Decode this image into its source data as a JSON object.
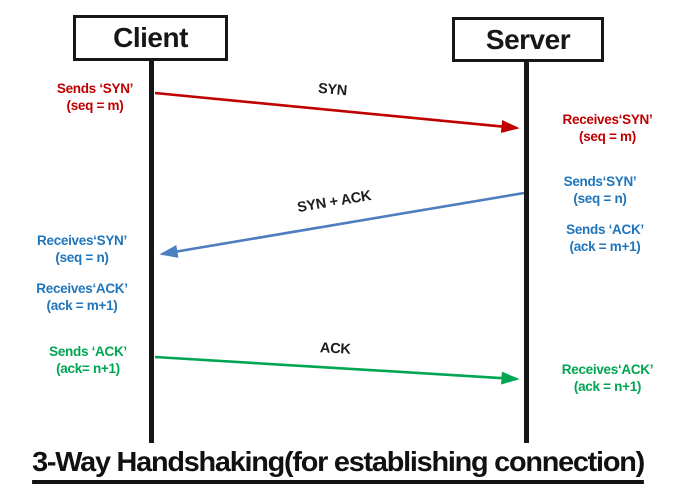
{
  "diagram": {
    "title": "3-Way Handshaking(for establishing connection)",
    "actors": {
      "client": "Client",
      "server": "Server"
    },
    "colors": {
      "syn_red": "#c00000",
      "synack_blue_text": "#1f75bb",
      "synack_blue_arrow": "#4d7ebf",
      "ack_green": "#00a551",
      "line_black": "#171717"
    },
    "messages": [
      {
        "id": "syn",
        "label": "SYN",
        "from": "client",
        "to": "server",
        "color": "#c00000"
      },
      {
        "id": "syn-ack",
        "label": "SYN + ACK",
        "from": "server",
        "to": "client",
        "color": "#4d7ebf"
      },
      {
        "id": "ack",
        "label": "ACK",
        "from": "client",
        "to": "server",
        "color": "#00a551"
      }
    ],
    "annotations": [
      {
        "id": "client-sends-syn",
        "side": "client",
        "color": "red",
        "line1": "Sends ‘SYN’",
        "line2": "(seq = m)"
      },
      {
        "id": "server-receives-syn",
        "side": "server",
        "color": "red",
        "line1": "Receives‘SYN’",
        "line2": "(seq = m)"
      },
      {
        "id": "server-sends-syn",
        "side": "server",
        "color": "blue",
        "line1": "Sends‘SYN’",
        "line2": "(seq = n)"
      },
      {
        "id": "server-sends-ack",
        "side": "server",
        "color": "blue",
        "line1": "Sends ‘ACK’",
        "line2": "(ack = m+1)"
      },
      {
        "id": "client-receives-syn",
        "side": "client",
        "color": "blue",
        "line1": "Receives‘SYN’",
        "line2": "(seq = n)"
      },
      {
        "id": "client-receives-ack",
        "side": "client",
        "color": "blue",
        "line1": "Receives‘ACK’",
        "line2": "(ack = m+1)"
      },
      {
        "id": "client-sends-ack",
        "side": "client",
        "color": "green",
        "line1": "Sends ‘ACK’",
        "line2": "(ack= n+1)"
      },
      {
        "id": "server-receives-ack",
        "side": "server",
        "color": "green",
        "line1": "Receives‘ACK’",
        "line2": "(ack = n+1)"
      }
    ]
  }
}
